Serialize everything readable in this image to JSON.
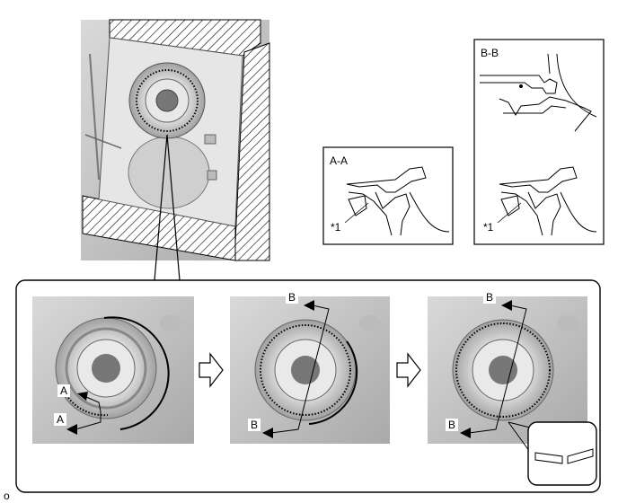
{
  "section_aa": {
    "title": "A-A",
    "callout": "*1"
  },
  "section_bb": {
    "title": "B-B",
    "callout": "*1"
  },
  "step1": {
    "arrow_top": "A",
    "arrow_bottom": "A"
  },
  "step2": {
    "arrow_top": "B",
    "arrow_bottom": "B"
  },
  "step3": {
    "arrow_top": "B",
    "arrow_bottom": "B"
  },
  "corner_mark": "o",
  "colors": {
    "line": "#000000",
    "photo_bg": "#c8c8c8",
    "photo_dark": "#8a8a8a",
    "paper": "#ffffff"
  },
  "icons": [
    "step-arrow-icon",
    "hatch-pattern",
    "dotted-seal-ring"
  ]
}
